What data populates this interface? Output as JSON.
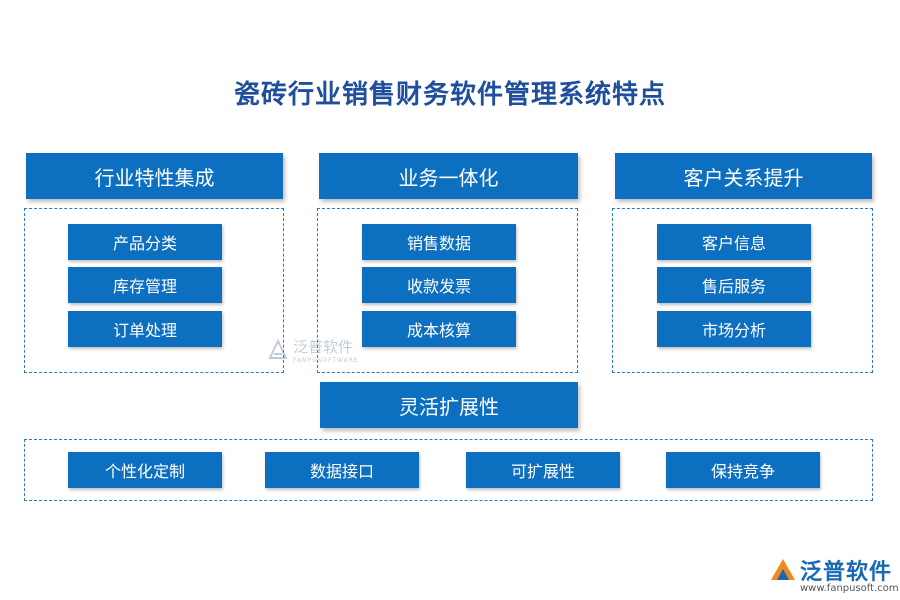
{
  "title": "瓷砖行业销售财务软件管理系统特点",
  "sections": [
    {
      "header": "行业特性集成",
      "items": [
        "产品分类",
        "库存管理",
        "订单处理"
      ]
    },
    {
      "header": "业务一体化",
      "items": [
        "销售数据",
        "收款发票",
        "成本核算"
      ]
    },
    {
      "header": "客户关系提升",
      "items": [
        "客户信息",
        "售后服务",
        "市场分析"
      ]
    }
  ],
  "bottom_section": {
    "header": "灵活扩展性",
    "items": [
      "个性化定制",
      "数据接口",
      "可扩展性",
      "保持竞争"
    ]
  },
  "watermark": {
    "name": "泛普软件",
    "sub": "FANPUSOFTWARE"
  },
  "logo": {
    "name": "泛普软件",
    "url": "www.fanpusoft.com",
    "icon": "fanpu-logo-icon"
  },
  "colors": {
    "primary": "#0d6fc0",
    "title": "#1f4e9c",
    "border": "#2a79c4"
  }
}
